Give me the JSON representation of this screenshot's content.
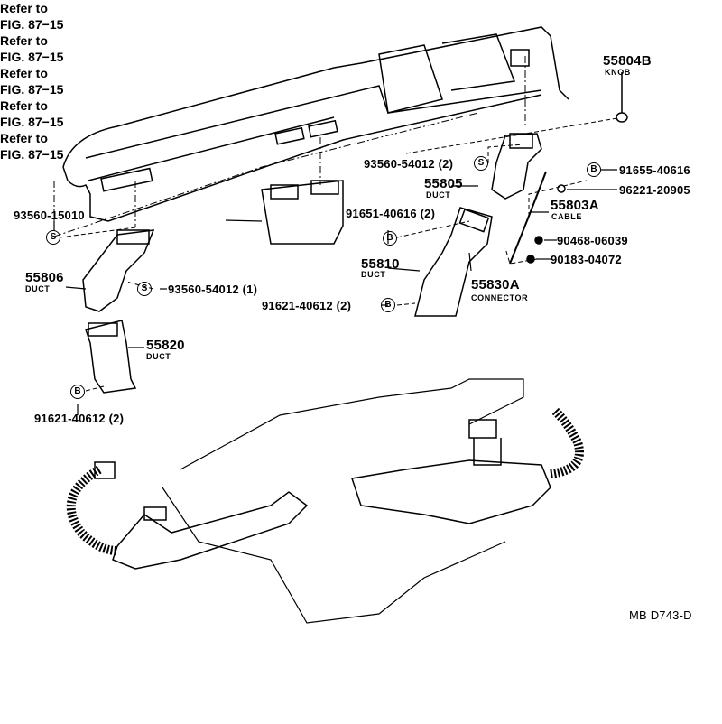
{
  "parts": {
    "knob": {
      "number": "55804B",
      "name": "KNOB"
    },
    "duct_55805": {
      "number": "55805",
      "name": "DUCT"
    },
    "cable": {
      "number": "55803A",
      "name": "CABLE"
    },
    "duct_55810": {
      "number": "55810",
      "name": "DUCT"
    },
    "connector": {
      "number": "55830A",
      "name": "CONNECTOR"
    },
    "duct_55806": {
      "number": "55806",
      "name": "DUCT"
    },
    "duct_55820": {
      "number": "55820",
      "name": "DUCT"
    }
  },
  "fasteners": {
    "screw_upper_right": "93560-54012 (2)",
    "bolt_91655": "91655-40616",
    "clip_96221": "96221-20905",
    "screw_left": "93560-15010",
    "bolt_91651": "91651-40616 (2)",
    "nut_90468": "90468-06039",
    "clip_90183": "90183-04072",
    "screw_left_duct": "93560-54012 (1)",
    "bolt_center": "91621-40612 (2)",
    "bolt_lower_left": "91621-40612 (2)"
  },
  "symbols": {
    "screw": "S",
    "bolt": "B"
  },
  "refs": {
    "line1": "Refer to",
    "line2": "FIG. 87−15"
  },
  "figure_code": "MB D743-D"
}
